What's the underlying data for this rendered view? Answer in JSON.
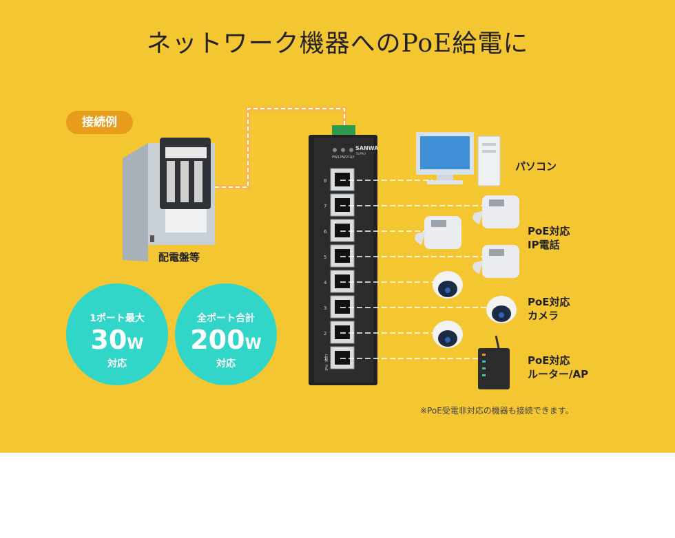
{
  "title": "ネットワーク機器へのPoE給電に",
  "example_badge": "接続例",
  "panel_label": "配電盤等",
  "switch": {
    "brand": "SANWA",
    "brand_sub": "SUPPLY",
    "leds": [
      "PW1",
      "PW2",
      "RLY"
    ],
    "port_numbers": [
      "8",
      "7",
      "6",
      "5",
      "4",
      "3",
      "2",
      "1"
    ],
    "side_labels": [
      "LINK",
      "PoE"
    ]
  },
  "devices": {
    "pc": "パソコン",
    "ipphone_line1": "PoE対応",
    "ipphone_line2": "IP電話",
    "camera_line1": "PoE対応",
    "camera_line2": "カメラ",
    "router_line1": "PoE対応",
    "router_line2": "ルーター/AP"
  },
  "badges": [
    {
      "top": "1ポート最大",
      "value": "30",
      "unit": "W",
      "bottom": "対応"
    },
    {
      "top": "全ポート合計",
      "value": "200",
      "unit": "W",
      "bottom": "対応"
    }
  ],
  "note": "※PoE受電非対応の機器も接続できます。",
  "colors": {
    "background": "#f4c631",
    "accent": "#31d6c8",
    "badge": "#e79c1c",
    "power_line": "#e8a019",
    "data_line": "#40e0c8"
  }
}
